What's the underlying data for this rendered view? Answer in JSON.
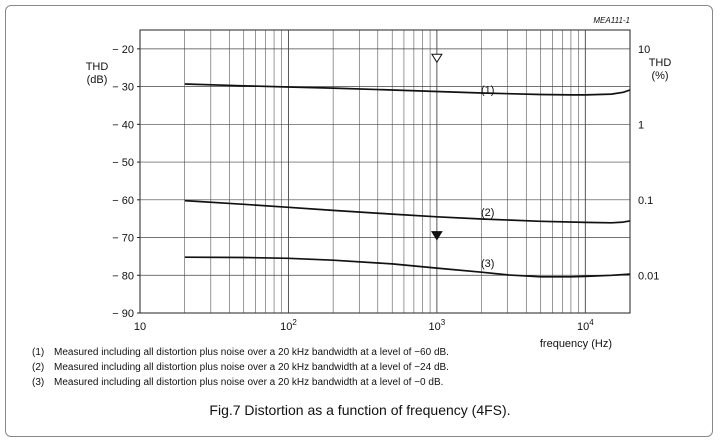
{
  "chart_data": {
    "type": "line",
    "figure_id": "MEA111-1",
    "x_scale": "log",
    "xlim": [
      10,
      20000
    ],
    "xlabel": "frequency  (Hz)",
    "x_ticks": [
      {
        "value": 10,
        "label": "10",
        "sup": ""
      },
      {
        "value": 100,
        "label": "10",
        "sup": "2"
      },
      {
        "value": 1000,
        "label": "10",
        "sup": "3"
      },
      {
        "value": 10000,
        "label": "10",
        "sup": "4"
      }
    ],
    "ylim": [
      -90,
      -15
    ],
    "ylabel_left": [
      "THD",
      "(dB)"
    ],
    "y_ticks": [
      -20,
      -30,
      -40,
      -50,
      -60,
      -70,
      -80,
      -90
    ],
    "y_tick_labels": [
      "− 20",
      "− 30",
      "− 40",
      "− 50",
      "− 60",
      "− 70",
      "− 80",
      "− 90"
    ],
    "ylabel_right": [
      "THD",
      "(%)"
    ],
    "right_ticks": [
      {
        "value": -20,
        "label": "10"
      },
      {
        "value": -40,
        "label": "1"
      },
      {
        "value": -60,
        "label": "0.1"
      },
      {
        "value": -80,
        "label": "0.01"
      }
    ],
    "grid": true,
    "series": [
      {
        "name": "(1)",
        "label_at": [
          2200,
          -31.8
        ],
        "x": [
          20,
          50,
          100,
          200,
          500,
          1000,
          2000,
          5000,
          8000,
          10000,
          15000,
          18000,
          20000
        ],
        "y": [
          -29.3,
          -29.8,
          -30.1,
          -30.4,
          -30.9,
          -31.3,
          -31.7,
          -32.1,
          -32.2,
          -32.2,
          -32.0,
          -31.5,
          -30.9
        ]
      },
      {
        "name": "(2)",
        "label_at": [
          2200,
          -64.3
        ],
        "x": [
          20,
          50,
          100,
          200,
          500,
          1000,
          2000,
          5000,
          10000,
          15000,
          18000,
          20000
        ],
        "y": [
          -60.2,
          -61.2,
          -62.0,
          -62.8,
          -63.8,
          -64.5,
          -65.1,
          -65.7,
          -66.0,
          -66.1,
          -65.9,
          -65.6
        ]
      },
      {
        "name": "(3)",
        "label_at": [
          2200,
          -77.8
        ],
        "x": [
          20,
          50,
          100,
          200,
          500,
          1000,
          2000,
          3000,
          5000,
          8000,
          10000,
          15000,
          20000
        ],
        "y": [
          -75.2,
          -75.3,
          -75.5,
          -76.0,
          -77.0,
          -78.1,
          -79.2,
          -79.9,
          -80.4,
          -80.4,
          -80.3,
          -80.0,
          -79.7
        ]
      }
    ],
    "markers": [
      {
        "shape": "triangle-open",
        "x": 1000,
        "y": -22.5
      },
      {
        "shape": "triangle-filled",
        "x": 1000,
        "y": -69.5
      }
    ]
  },
  "notes": [
    {
      "num": "(1)",
      "text": "Measured including all distortion plus noise over a 20 kHz bandwidth at a level of −60 dB."
    },
    {
      "num": "(2)",
      "text": "Measured including all distortion plus noise over a 20 kHz bandwidth at a level of −24 dB."
    },
    {
      "num": "(3)",
      "text": "Measured including all distortion plus noise over a 20 kHz bandwidth at a level of −0 dB."
    }
  ],
  "caption": "Fig.7  Distortion as a function of frequency (4FS)."
}
